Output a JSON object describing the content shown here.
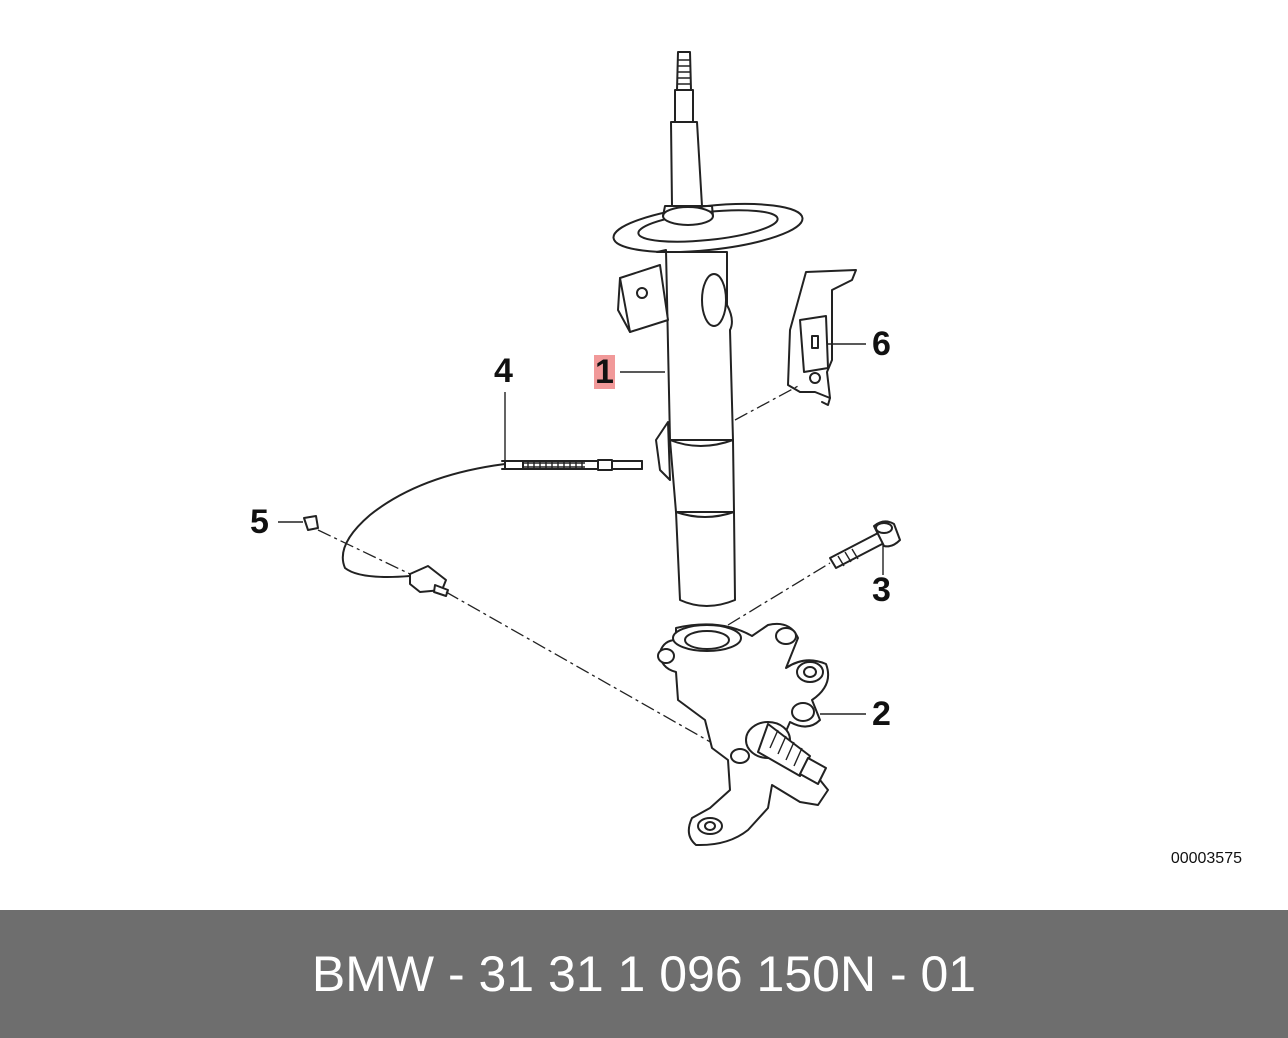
{
  "diagram": {
    "labels": {
      "part1": "1",
      "part2": "2",
      "part3": "3",
      "part4": "4",
      "part5": "5",
      "part6": "6"
    },
    "diagram_id": "00003575"
  },
  "footer": {
    "brand": "BMW",
    "part_number": "31 31 1 096 150",
    "variant": "N - 01",
    "background_color": "#6e6e6e"
  },
  "highlight_color": "#e64646"
}
